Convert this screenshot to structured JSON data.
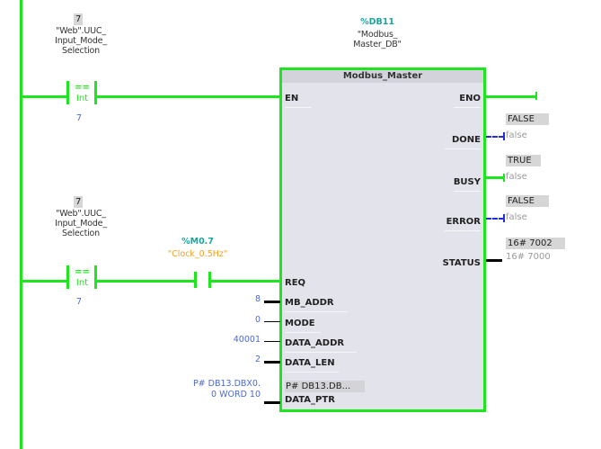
{
  "rung1": {
    "compare": {
      "live_value": "7",
      "operand_lines": [
        "\"Web\".UUC_",
        "Input_Mode_",
        "Selection"
      ],
      "operator": "==",
      "type": "Int",
      "constant": "7"
    }
  },
  "rung2": {
    "compare": {
      "live_value": "7",
      "operand_lines": [
        "\"Web\".UUC_",
        "Input_Mode_",
        "Selection"
      ],
      "operator": "==",
      "type": "Int",
      "constant": "7"
    },
    "contact": {
      "address": "%M0.7",
      "symbol": "\"Clock_0.5Hz\""
    }
  },
  "instance_db": {
    "address": "%DB11",
    "name_lines": [
      "\"Modbus_",
      "Master_DB\""
    ]
  },
  "block": {
    "title": "Modbus_Master",
    "inputs": {
      "en": "EN",
      "req": "REQ",
      "mb_addr": "MB_ADDR",
      "mode": "MODE",
      "data_addr": "DATA_ADDR",
      "data_len": "DATA_LEN",
      "data_ptr": "DATA_PTR",
      "data_ptr_value_inside": "P# DB13.DB..."
    },
    "input_values": {
      "mb_addr": "8",
      "mode": "0",
      "data_addr": "40001",
      "data_len": "2",
      "data_ptr_lines": [
        "P# DB13.DBX0.",
        "0 WORD 10"
      ]
    },
    "outputs": {
      "eno": "ENO",
      "done": "DONE",
      "busy": "BUSY",
      "error": "ERROR",
      "status": "STATUS"
    },
    "output_values": {
      "done": {
        "live": "FALSE",
        "actual": "false"
      },
      "busy": {
        "live": "TRUE",
        "actual": "false"
      },
      "error": {
        "live": "FALSE",
        "actual": "false"
      },
      "status": {
        "live": "16# 7002",
        "actual": "16# 7000"
      }
    }
  },
  "colors": {
    "power_flow": "#1ee61e",
    "no_flow": "#2030e0",
    "address": "#1aa6a0",
    "symbol": "#f0a020",
    "constant": "#4a6ad6"
  }
}
